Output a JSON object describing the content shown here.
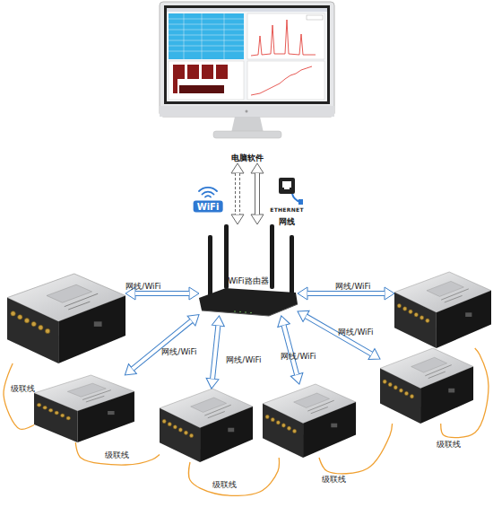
{
  "diagram": {
    "nodes": [
      {
        "text": [
          "电脑软件"
        ]
      },
      {
        "text": [
          "WiFi路由器"
        ]
      },
      {
        "text": []
      },
      {
        "text": []
      },
      {
        "text": []
      },
      {
        "text": []
      },
      {
        "text": []
      },
      {
        "text": []
      }
    ],
    "edges": [
      {
        "from": 0,
        "to": 1,
        "arrow": "both",
        "label": "WiFi"
      },
      {
        "from": 0,
        "to": 1,
        "arrow": "both",
        "label": "网线"
      },
      {
        "from": 1,
        "to": 2,
        "arrow": "both",
        "label": "网线/WiFi"
      },
      {
        "from": 1,
        "to": 3,
        "arrow": "both",
        "label": "网线/WiFi"
      },
      {
        "from": 1,
        "to": 5,
        "arrow": "both",
        "label": "网线/WiFi"
      },
      {
        "from": 1,
        "to": 6,
        "arrow": "both",
        "label": "网线/WiFi"
      },
      {
        "from": 1,
        "to": 7,
        "arrow": "both",
        "label": "网线/WiFi"
      },
      {
        "from": 1,
        "to": 4,
        "arrow": "both",
        "label": "网线/WiFi"
      },
      {
        "from": 2,
        "to": 5,
        "arrow": "none",
        "label": "级联线"
      },
      {
        "from": 5,
        "to": 6,
        "arrow": "none",
        "label": "级联线"
      },
      {
        "from": 6,
        "to": 7,
        "arrow": "none",
        "label": "级联线"
      },
      {
        "from": 7,
        "to": 4,
        "arrow": "none",
        "label": "级联线"
      },
      {
        "from": 4,
        "to": 3,
        "arrow": "none",
        "label": "级联线"
      }
    ],
    "labels": [
      "ETHERNET"
    ]
  }
}
